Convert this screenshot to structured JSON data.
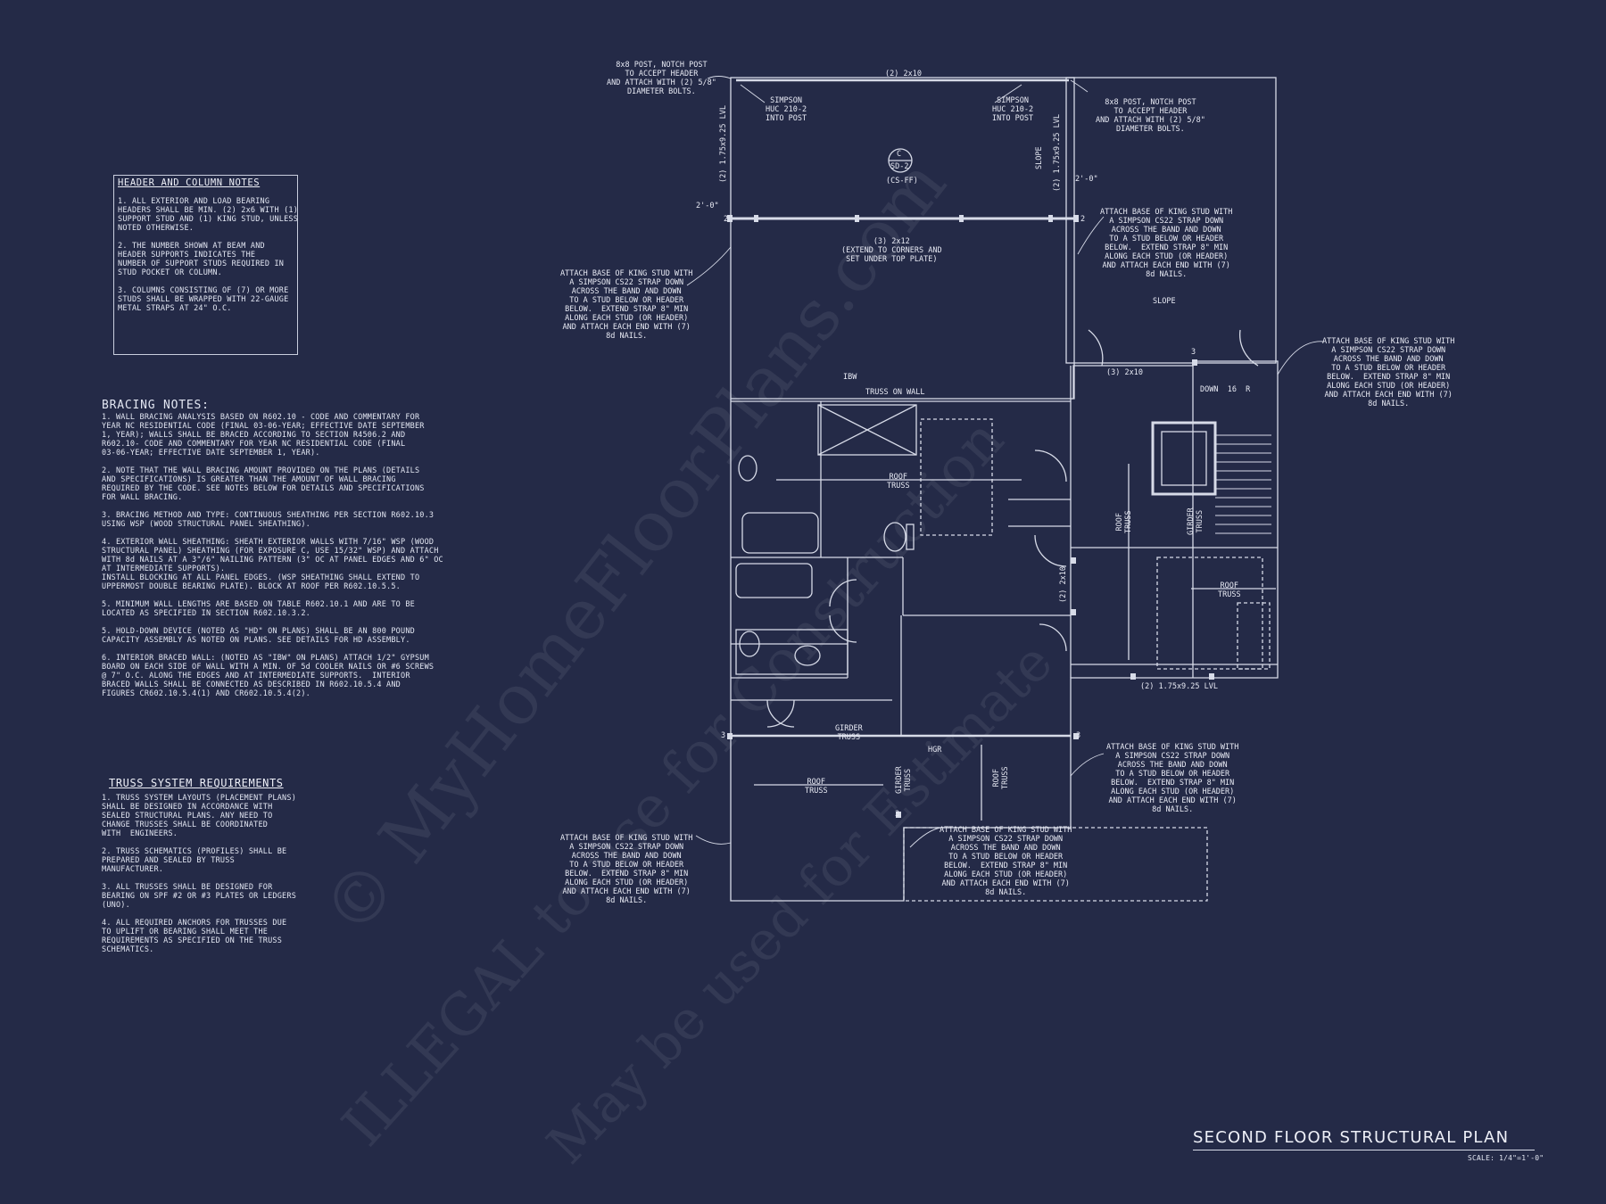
{
  "header_notes": {
    "title": "HEADER AND COLUMN NOTES",
    "items": [
      "1. ALL EXTERIOR AND LOAD BEARING\nHEADERS SHALL BE MIN. (2) 2x6 WITH (1)\nSUPPORT STUD AND (1) KING STUD, UNLESS\nNOTED OTHERWISE.",
      "2. THE NUMBER SHOWN AT BEAM AND\nHEADER SUPPORTS INDICATES THE\nNUMBER OF SUPPORT STUDS REQUIRED IN\nSTUD POCKET OR COLUMN.",
      "3. COLUMNS CONSISTING OF (7) OR MORE\nSTUDS SHALL BE WRAPPED WITH 22-GAUGE\nMETAL STRAPS AT 24\" O.C."
    ]
  },
  "bracing_notes": {
    "title": "BRACING NOTES:",
    "items": [
      "1. WALL BRACING ANALYSIS BASED ON R602.10 - CODE AND COMMENTARY FOR\nYEAR NC RESIDENTIAL CODE (FINAL 03-06-YEAR; EFFECTIVE DATE SEPTEMBER\n1, YEAR); WALLS SHALL BE BRACED ACCORDING TO SECTION R4506.2 AND\nR602.10- CODE AND COMMENTARY FOR YEAR NC RESIDENTIAL CODE (FINAL\n03-06-YEAR; EFFECTIVE DATE SEPTEMBER 1, YEAR).",
      "2. NOTE THAT THE WALL BRACING AMOUNT PROVIDED ON THE PLANS (DETAILS\nAND SPECIFICATIONS) IS GREATER THAN THE AMOUNT OF WALL BRACING\nREQUIRED BY THE CODE. SEE NOTES BELOW FOR DETAILS AND SPECIFICATIONS\nFOR WALL BRACING.",
      "3. BRACING METHOD AND TYPE: CONTINUOUS SHEATHING PER SECTION R602.10.3\nUSING WSP (WOOD STRUCTURAL PANEL SHEATHING).",
      "4. EXTERIOR WALL SHEATHING: SHEATH EXTERIOR WALLS WITH 7/16\" WSP (WOOD\nSTRUCTURAL PANEL) SHEATHING (FOR EXPOSURE C, USE 15/32\" WSP) AND ATTACH\nWITH 8d NAILS AT A 3\"/6\" NAILING PATTERN (3\" OC AT PANEL EDGES AND 6\" OC\nAT INTERMEDIATE SUPPORTS).\nINSTALL BLOCKING AT ALL PANEL EDGES. (WSP SHEATHING SHALL EXTEND TO\nUPPERMOST DOUBLE BEARING PLATE). BLOCK AT ROOF PER R602.10.5.5.",
      "5. MINIMUM WALL LENGTHS ARE BASED ON TABLE R602.10.1 AND ARE TO BE\nLOCATED AS SPECIFIED IN SECTION R602.10.3.2.",
      "5. HOLD-DOWN DEVICE (NOTED AS \"HD\" ON PLANS) SHALL BE AN 800 POUND\nCAPACITY ASSEMBLY AS NOTED ON PLANS. SEE DETAILS FOR HD ASSEMBLY.",
      "6. INTERIOR BRACED WALL: (NOTED AS \"IBW\" ON PLANS) ATTACH 1/2\" GYPSUM\nBOARD ON EACH SIDE OF WALL WITH A MIN. OF 5d COOLER NAILS OR #6 SCREWS\n@ 7\" O.C. ALONG THE EDGES AND AT INTERMEDIATE SUPPORTS.  INTERIOR\nBRACED WALLS SHALL BE CONNECTED AS DESCRIBED IN R602.10.5.4 AND\nFIGURES CR602.10.5.4(1) AND CR602.10.5.4(2)."
    ]
  },
  "truss_notes": {
    "title": "TRUSS SYSTEM REQUIREMENTS",
    "items": [
      "1. TRUSS SYSTEM LAYOUTS (PLACEMENT PLANS)\nSHALL BE DESIGNED IN ACCORDANCE WITH\nSEALED STRUCTURAL PLANS. ANY NEED TO\nCHANGE TRUSSES SHALL BE COORDINATED\nWITH  ENGINEERS.",
      "2. TRUSS SCHEMATICS (PROFILES) SHALL BE\nPREPARED AND SEALED BY TRUSS\nMANUFACTURER.",
      "3. ALL TRUSSES SHALL BE DESIGNED FOR\nBEARING ON SPF #2 OR #3 PLATES OR LEDGERS\n(UNO).",
      "4. ALL REQUIRED ANCHORS FOR TRUSSES DUE\nTO UPLIFT OR BEARING SHALL MEET THE\nREQUIREMENTS AS SPECIFIED ON THE TRUSS\nSCHEMATICS."
    ]
  },
  "plan": {
    "title": "SECOND FLOOR STRUCTURAL PLAN",
    "scale": "SCALE: 1/4\"=1'-0\"",
    "callouts": {
      "post_left": "8x8 POST, NOTCH POST\nTO ACCEPT HEADER\nAND ATTACH WITH (2) 5/8\"\nDIAMETER BOLTS.",
      "post_right": "8x8 POST, NOTCH POST\nTO ACCEPT HEADER\nAND ATTACH WITH (2) 5/8\"\nDIAMETER BOLTS.",
      "top_beam": "(2) 2x10",
      "hanger_left": "SIMPSON\nHUC 210-2\nINTO POST",
      "hanger_right": "SIMPSON\nHUC 210-2\nINTO POST",
      "section_mark_top": "C",
      "section_mark_bottom": "SD-2",
      "cs_ff": "(CS-FF)",
      "header_3x2x12": "(3) 2x12\n(EXTEND TO CORNERS AND\nSET UNDER TOP PLATE)",
      "dim_left": "2'-0\"",
      "dim_right": "2'-0\"",
      "slope_1": "SLOPE",
      "slope_2": "SLOPE",
      "lvl_left": "(2) 1.75x9.25 LVL",
      "lvl_right": "(2) 1.75x9.25 LVL",
      "lvl_bottom": "(2) 1.75x9.25 LVL",
      "strap_note": "ATTACH BASE OF KING STUD WITH\nA SIMPSON CS22 STRAP DOWN\nACROSS THE BAND AND DOWN\nTO A STUD BELOW OR HEADER\nBELOW.  EXTEND STRAP 8\" MIN\nALONG EACH STUD (OR HEADER)\nAND ATTACH EACH END WITH (7)\n8d NAILS.",
      "ibw": "IBW",
      "truss_on_wall": "TRUSS ON WALL",
      "roof_truss": "ROOF\nTRUSS",
      "girder_truss": "GIRDER\nTRUSS",
      "hgr": "HGR",
      "header_3x2x10": "(3) 2x10",
      "header_2x2x10": "(2) 2x10",
      "down": "DOWN  16  R",
      "stud_count_2": "2",
      "stud_count_3": "3"
    }
  },
  "watermark": {
    "line1": "© MyHomeFloorPlans.com",
    "line2": "ILLEGAL to use for Construction",
    "line3": "May be used for Estimate"
  },
  "colors": {
    "background": "#242a47",
    "linework": "#d7dbe8"
  }
}
